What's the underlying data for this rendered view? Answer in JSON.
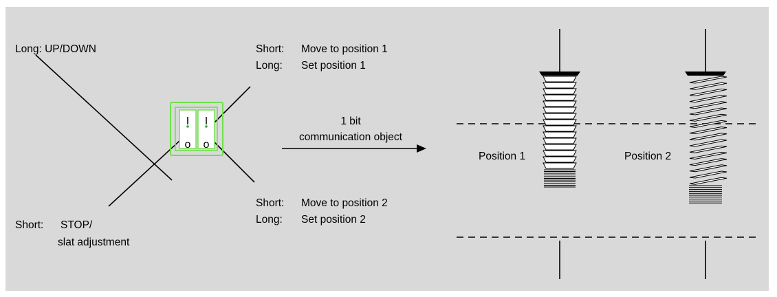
{
  "left_labels": {
    "long": "Long: UP/DOWN",
    "short_prefix": "Short:",
    "short_line1": "STOP/",
    "short_line2": "slat adjustment"
  },
  "top_right_labels": {
    "short_prefix": "Short:",
    "short_text": "Move to position 1",
    "long_prefix": "Long:",
    "long_text": "Set position 1"
  },
  "bottom_right_labels": {
    "short_prefix": "Short:",
    "short_text": "Move to position 2",
    "long_prefix": "Long:",
    "long_text": "Set position 2"
  },
  "arrow_label": {
    "line1": "1 bit",
    "line2": "communication object"
  },
  "switch": {
    "top_symbol": "I",
    "bottom_symbol": "o"
  },
  "positions": {
    "p1": "Position 1",
    "p2": "Position 2"
  },
  "colors": {
    "background": "#d9d9d9",
    "switch_green": "#6ee14a"
  }
}
